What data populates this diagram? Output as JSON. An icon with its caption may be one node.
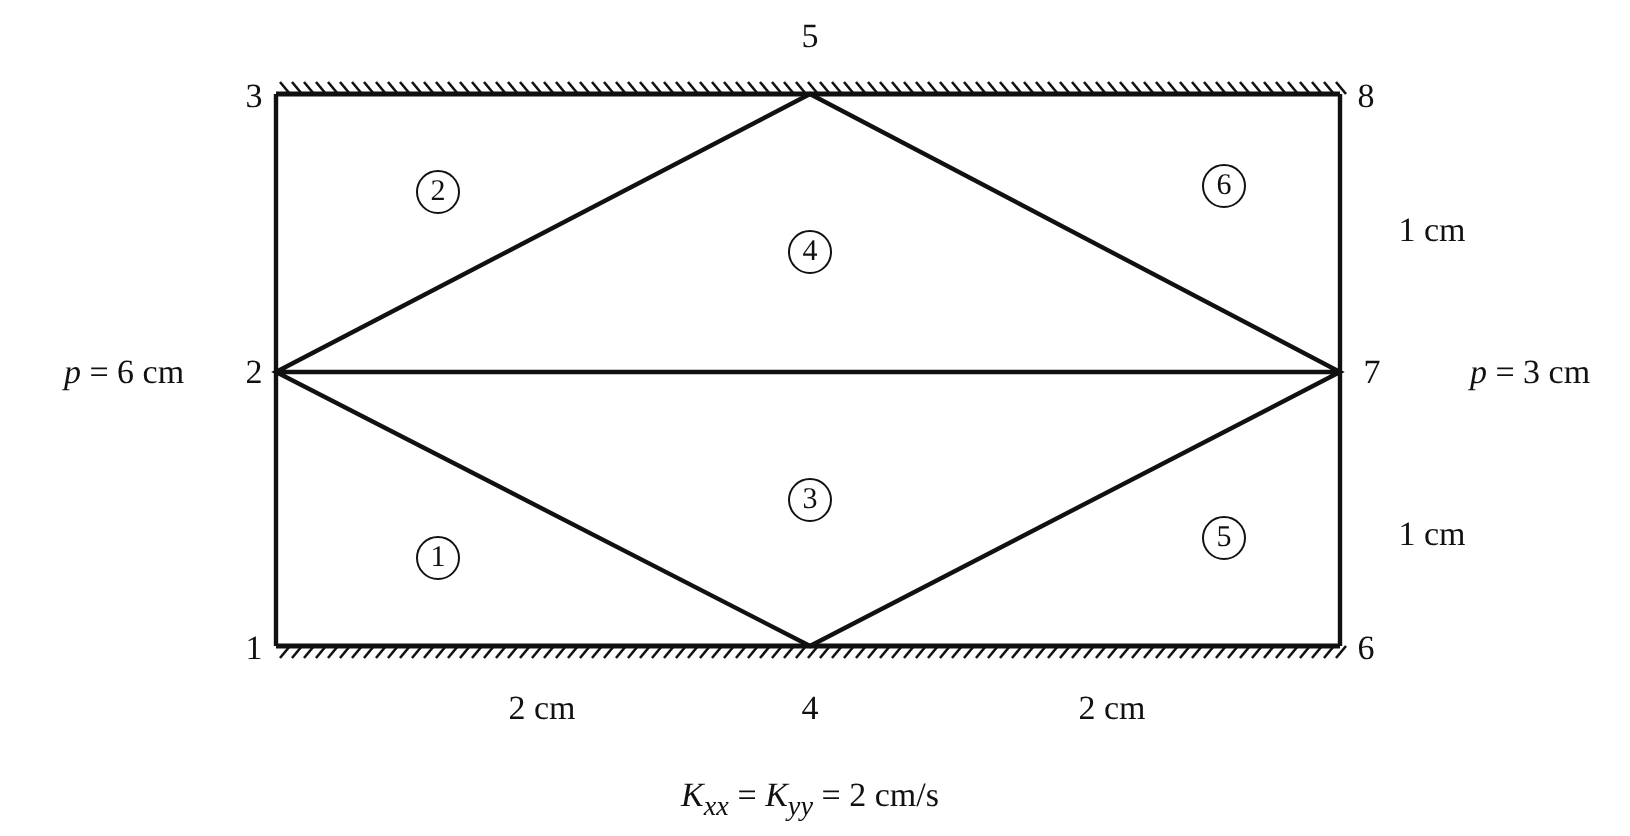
{
  "diagram": {
    "caption": "*K*$_{xx}$ = *K*$_{yy}$ = 2 cm/s",
    "nodes": [
      {
        "text": [
          "2"
        ]
      },
      {
        "text": [
          "6"
        ]
      },
      {
        "text": [
          "4"
        ]
      },
      {
        "text": [
          "3"
        ]
      },
      {
        "text": [
          "1"
        ]
      },
      {
        "text": [
          "5"
        ]
      }
    ],
    "labels": [
      "5",
      "3",
      "8",
      "1 cm",
      "*p* = 6 cm",
      "2",
      "7",
      "*p* = 3 cm",
      "1 cm",
      "1",
      "6",
      "2 cm",
      "4",
      "2 cm"
    ]
  }
}
